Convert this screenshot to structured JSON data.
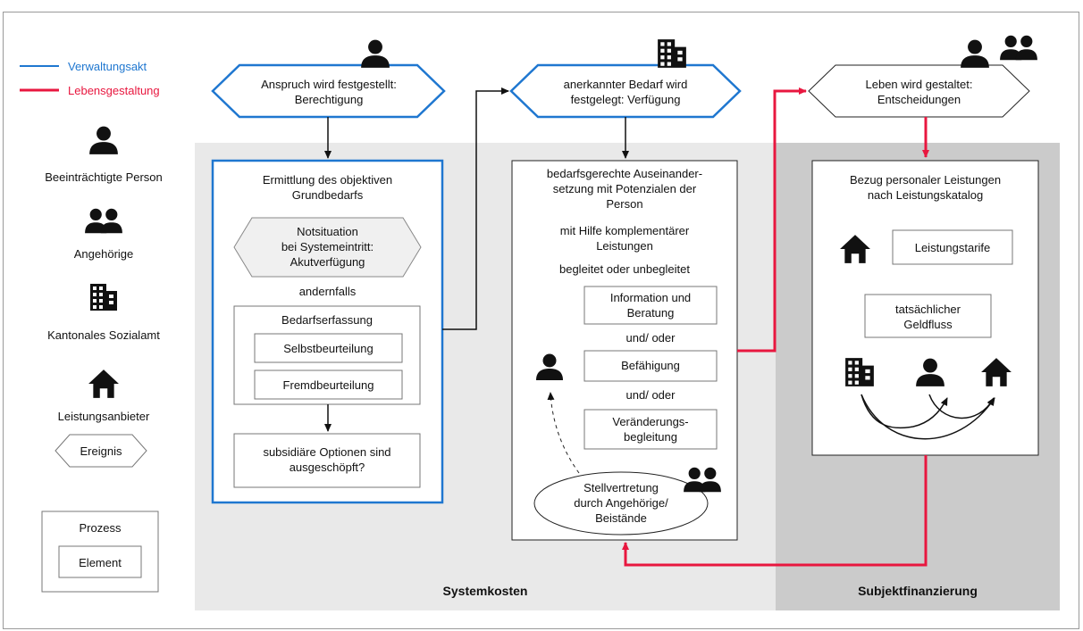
{
  "legend": {
    "verwaltungsakt": "Verwaltungsakt",
    "lebensgestaltung": "Lebensgestaltung",
    "person": "Beeinträchtigte Person",
    "angehoerige": "Angehörige",
    "sozialamt": "Kantonales Sozialamt",
    "anbieter": "Leistungsanbieter",
    "ereignis": "Ereignis",
    "prozess": "Prozess",
    "element": "Element"
  },
  "colors": {
    "blue": "#1f77d0",
    "red": "#e8173f",
    "zone_light": "#e9e9e9",
    "zone_dark": "#cbcbcb"
  },
  "events": {
    "e1_line1": "Anspruch wird festgestellt:",
    "e1_line2": "Berechtigung",
    "e2_line1": "anerkannter Bedarf wird",
    "e2_line2": "festgelegt: Verfügung",
    "e3_line1": "Leben wird gestaltet:",
    "e3_line2": "Entscheidungen",
    "notsituation_1": "Notsituation",
    "notsituation_2": "bei Systemeintritt:",
    "notsituation_3": "Akutverfügung"
  },
  "process1": {
    "title1": "Ermittlung des objektiven",
    "title2": "Grundbedarfs",
    "andernfalls": "andernfalls",
    "bedarfserfassung": "Bedarfserfassung",
    "selbst": "Selbstbeurteilung",
    "fremd": "Fremdbeurteilung",
    "subsid1": "subsidiäre Optionen sind",
    "subsid2": "ausgeschöpft?"
  },
  "process2": {
    "t1": "bedarfsgerechte Auseinander-",
    "t2": "setzung mit Potenzialen der",
    "t3": "Person",
    "t4": "mit Hilfe komplementärer",
    "t5": "Leistungen",
    "t6": "begleitet oder unbegleitet",
    "info1": "Information und",
    "info2": "Beratung",
    "undoder1": "und/ oder",
    "befaehigung": "Befähigung",
    "undoder2": "und/ oder",
    "ver1": "Veränderungs-",
    "ver2": "begleitung",
    "stell1": "Stellvertretung",
    "stell2": "durch Angehörige/",
    "stell3": "Beistände"
  },
  "process3": {
    "t1": "Bezug personaler Leistungen",
    "t2": "nach Leistungskatalog",
    "tarife": "Leistungstarife",
    "geld1": "tatsächlicher",
    "geld2": "Geldfluss"
  },
  "zones": {
    "systemkosten": "Systemkosten",
    "subjekt": "Subjektfinanzierung"
  },
  "icons": [
    "person-icon",
    "group-icon",
    "building-icon",
    "house-icon"
  ]
}
